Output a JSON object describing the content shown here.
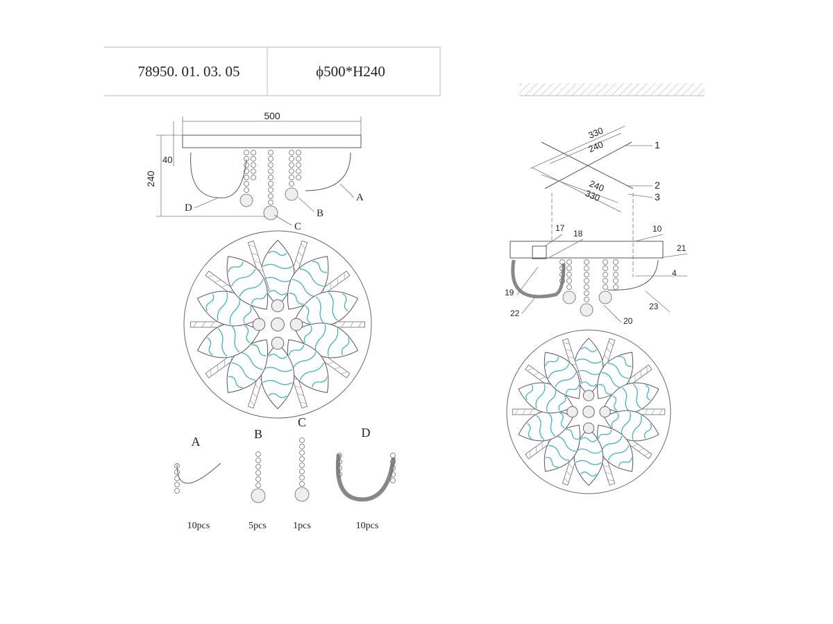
{
  "title_block": {
    "model": "78950. 01. 03. 05",
    "size": "ϕ500*H240"
  },
  "side_view": {
    "width_dim": "500",
    "height_dim": "240",
    "canopy_dim": "40",
    "callouts": [
      "A",
      "B",
      "C",
      "D"
    ]
  },
  "parts": [
    {
      "letter": "A",
      "qty": "10pcs"
    },
    {
      "letter": "B",
      "qty": "5pcs"
    },
    {
      "letter": "C",
      "qty": "1pcs"
    },
    {
      "letter": "D",
      "qty": "10pcs"
    }
  ],
  "install_view": {
    "bracket_dims": [
      "330",
      "240",
      "240",
      "330"
    ],
    "callouts": [
      "1",
      "2",
      "3",
      "10",
      "17",
      "18",
      "19",
      "20",
      "21",
      "22",
      "23",
      "4"
    ]
  },
  "colors": {
    "line": "#555555",
    "petal_wave": "#3fb5bf"
  }
}
